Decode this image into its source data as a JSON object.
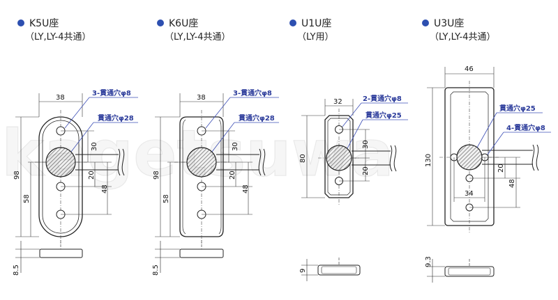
{
  "watermark": "kagetsuwa",
  "colors": {
    "bullet": "#2d4fb0",
    "leader": "#3d4fb6",
    "hatch": "#777777",
    "line": "#222222"
  },
  "panels": [
    {
      "id": "k5u",
      "title": "K5U座",
      "subtitle": "（LY,LY-4共通）",
      "width_label": "38",
      "height_label": "98",
      "lower_label": "58",
      "spacing_a": "30",
      "spacing_b": "20",
      "spacing_c": "48",
      "note_holes": "3-貫通穴φ8",
      "note_center": "貫通穴φ28",
      "thickness": "8.5"
    },
    {
      "id": "k6u",
      "title": "K6U座",
      "subtitle": "（LY,LY-4共通）",
      "width_label": "38",
      "height_label": "98",
      "lower_label": "58",
      "spacing_a": "30",
      "spacing_b": "20",
      "spacing_c": "48",
      "note_holes": "3-貫通穴φ8",
      "note_center": "貫通穴φ28",
      "thickness": "8.5"
    },
    {
      "id": "u1u",
      "title": "U1U座",
      "subtitle": "（LY用）",
      "width_label": "32",
      "height_label": "80",
      "spacing_a": "30",
      "spacing_b": "20",
      "note_holes": "2-貫通穴φ8",
      "note_center": "貫通穴φ25",
      "thickness": "9"
    },
    {
      "id": "u3u",
      "title": "U3U座",
      "subtitle": "（LY,LY-4共通）",
      "width_label": "46",
      "height_label": "130",
      "hole_spacing_label": "34",
      "spacing_b": "20",
      "spacing_c": "48",
      "note_center": "貫通穴φ25",
      "note_holes": "4-貫通穴φ8",
      "thickness": "9.3"
    }
  ]
}
